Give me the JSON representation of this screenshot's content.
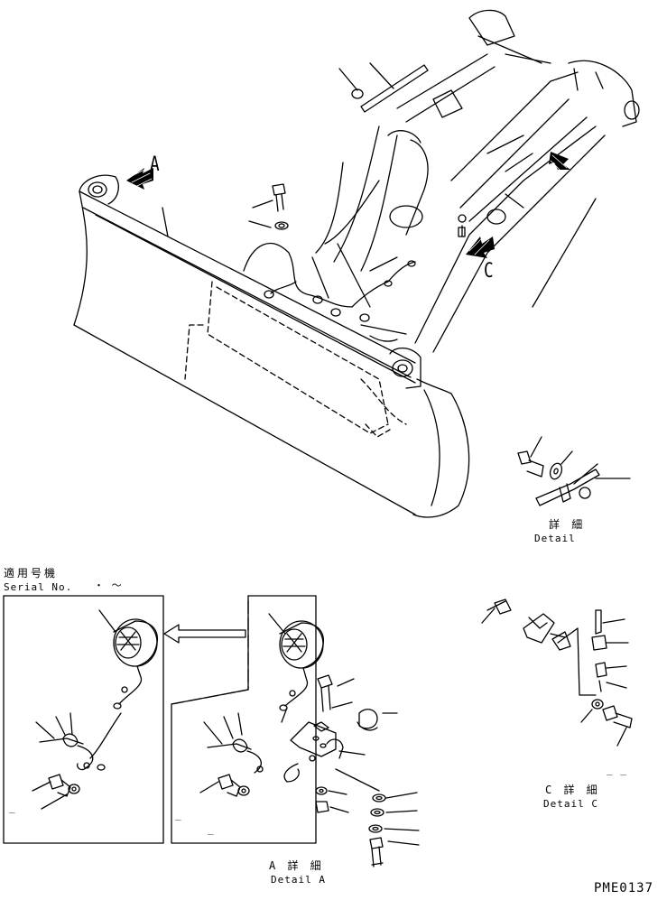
{
  "callouts": {
    "view_a": "A",
    "view_c": "C"
  },
  "detail_top": {
    "jp": "詳 細",
    "en": "Detail"
  },
  "serial": {
    "jp": "適用号機",
    "en": "Serial No.",
    "range": "・ ～"
  },
  "detail_a": {
    "jp": "A 詳 細",
    "en": "Detail A"
  },
  "detail_c": {
    "jp": "C 詳 細",
    "en": "Detail C"
  },
  "marks": {
    "dash1": "_",
    "dash2": "_ _"
  },
  "drawing_no": "PME0137"
}
